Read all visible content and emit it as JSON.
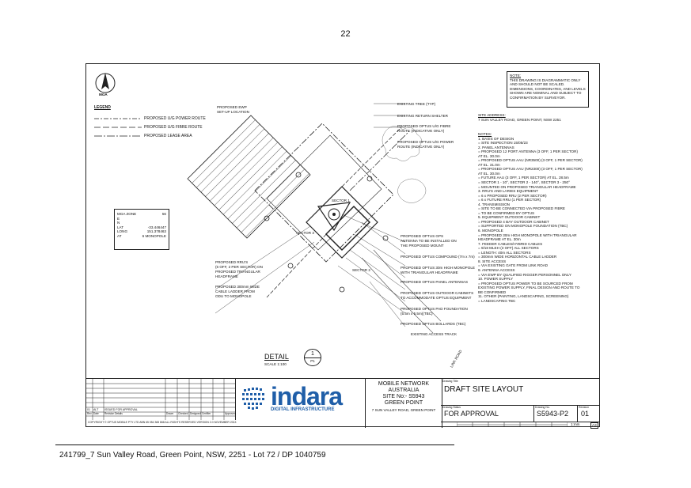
{
  "page_number": "22",
  "footer": "241799_7 Sun Valley Road, Green Point, NSW, 2251 - Lot 72 / DP 1040759",
  "north": "MGA",
  "note_box": [
    "NOTE:",
    "THIS DRAWING IS DIAGRAMMATIC ONLY",
    "AND SHOULD NOT BE SCALED.",
    "DIMENSIONS, COORDINATES, AND LEVELS",
    "SHOWN ARE NOMINAL AND SUBJECT TO",
    "CONFIRMATION BY SURVEYOR."
  ],
  "site_address": {
    "heading": "SITE ADDRESS:",
    "value": "7 SUN VALLEY ROAD, GREEN POINT, NSW 2251"
  },
  "notes": {
    "heading": "NOTES:",
    "lines": [
      "1. BASIS OF DESIGN",
      "= SITE INSPECTION 15/05/23",
      "2. PANEL ANTENNAS",
      "= PROPOSED 12 PORT ANTENNA (3 OFF, 1 PER SECTOR)",
      "   AT EL. 30.0m",
      "= PROPOSED OPTUS AAU (NR3500) (3 OFF, 1 PER SECTOR)",
      "   AT EL. 31.0m",
      "= PROPOSED OPTUS AAU (NR2300) (3 OFF, 1 PER SECTOR)",
      "   AT EL. 30.0m",
      "= FUTURE AAU (3 OFF, 1 PER SECTOR) AT EL. 28.5m",
      "= SECTOR 1 - 10°, SECTOR 2 - 140°, SECTOR 3 - 250°",
      "= MOUNTED ON PROPOSED TRIANGULAR HEADFRAME",
      "3. RRU'S AND LARIES EQUIPMENT",
      "= 6 x PROPOSED RRU (2 PER SECTOR)",
      "= 6 x FUTURE RRU (1 PER SECTOR)",
      "4. TRANSMISSION",
      "= SITE TO BE CONNECTED VIA PROPOSED FIBRE",
      "= TO BE CONFIRMED BY OPTUS",
      "5. EQUIPMENT OUTDOOR CABINET",
      "= PROPOSED 4 BAY OUTDOOR CABINET",
      "= SUPPORTED ON MONOPOLE FOUNDATION (TBC)",
      "6. MONOPOLE",
      "= PROPOSED 30m HIGH MONOPOLE WITH TRIANGULAR",
      "   HEADFRAME AT EL. 30m",
      "7. FEEDER CABLES/HYBRID CABLES",
      "= 9/18 MLEH (3 OFF) ALL SECTORS",
      "= LENGTH: 40m ALL SECTORS",
      "= 300mm WIDE HORIZONTAL CABLE LADDER",
      "8. SITE ACCESS",
      "= VIA EXISTING GATE FROM LINK ROAD",
      "9. ANTENNA ACCESS",
      "= VIA EWP BY QUALIFIED RIGGER PERSONNEL ONLY",
      "10. POWER SUPPLY",
      "= PROPOSED OPTUS POWER TO BE SOURCED FROM",
      "   EXISTING POWER SUPPLY, FINAL DESIGN AND ROUTE TO",
      "   BE CONFIRMED",
      "11. OTHER (PAINTING, LANDSCAPING, SCREENING)",
      "= LANDSCAPING TBC"
    ]
  },
  "legend": {
    "heading": "LEGEND",
    "items": [
      "PROPOSED U/G POWER ROUTE",
      "PROPOSED U/G FIBRE ROUTE",
      "PROPOSED LEASE AREA"
    ]
  },
  "mga_zone": {
    "rows": [
      [
        "MGA ZONE",
        "56"
      ],
      [
        "E",
        ""
      ],
      [
        "N",
        ""
      ],
      [
        "LAT",
        "-33.446447"
      ],
      [
        "LONG",
        "151.378463"
      ],
      [
        "AT",
        "6 MONOPOLE"
      ]
    ]
  },
  "callouts_left": [
    "PROPOSED EWP",
    "SET-UP LOCATION",
    "PROPOSED RRU'S",
    "(6 OFF, 2 PER SECTOR) ON",
    "PROPOSED TRIANGULAR",
    "HEADFRAME",
    "PROPOSED 300mm WIDE",
    "CABLE LADDER FROM",
    "ODU TO MONOPOLE"
  ],
  "callouts_right": [
    "EXISTING TREE (TYP)",
    "EXISTING RETURN SHELTER",
    "PROPOSED OPTUS U/G FIBRE",
    "ROUTE (INDICATIVE ONLY)",
    "PROPOSED OPTUS U/G POWER",
    "ROUTE (INDICATIVE ONLY)",
    "PROPOSED OPTUS GPS",
    "ANTENNA TO BE INSTALLED ON",
    "THE PROPOSED MOUNT",
    "PROPOSED OPTUS COMPOUND (7m x 7m)",
    "PROPOSED OPTUS 30m HIGH MONOPOLE",
    "WITH TRIANGULAR HEADFRAME",
    "PROPOSED OPTUS PANEL ANTENNAS",
    "PROPOSED OPTUS OUTDOOR CABINETS",
    "TO ACCOMMODATE OPTUS EQUIPMENT",
    "PROPOSED OPTUS PAD FOUNDATION",
    "(5.5m x 5.5m)(TBC)",
    "PROPOSED OPTUS BOLLARDS (TBC)",
    "EXISTING ACCESS TRACK"
  ],
  "sector_labels": [
    "SECTOR 1",
    "SECTOR 2",
    "SECTOR 3"
  ],
  "road_label": "LINK ROAD",
  "detail": {
    "label": "DETAIL",
    "scale": "SCALE 1:100",
    "number": "1",
    "sheet": "P1"
  },
  "title_block": {
    "logo": "indara",
    "logo_sub": "DIGITAL INFRASTRUCTURE",
    "client": [
      "MOBILE NETWORK",
      "AUSTRALIA",
      "SITE No:- S5943",
      "GREEN POINT"
    ],
    "client_addr": "7 SUN VALLEY ROAD, GREEN POINT",
    "drawing_title_caption": "Drawing Title",
    "drawing_title": "DRAFT SITE LAYOUT",
    "status_caption": "Drawing Status",
    "status": "FOR APPROVAL",
    "drawing_no_caption": "Drawing No.",
    "drawing_no": "S5943-P2",
    "revision_caption": "Revision",
    "revision": "01",
    "sheet_size": "A3",
    "scale": "1:mm",
    "copyright": "COPYRIGHT © OPTUS MOBILE PTY LTD ABN 65 054 365 868 ALL RIGHTS RESERVED VERSION 2.0 NOVEMBER 2013",
    "rev_row": [
      "01",
      "ALT",
      "ISSUED FOR APPROVAL"
    ],
    "rev_headers": [
      "Rev",
      "Date",
      "Revision Details",
      "Drawn",
      "Checked",
      "Designed",
      "Certifier",
      "Approved"
    ]
  },
  "colors": {
    "logo": "#1f5ea8",
    "line": "#222222"
  }
}
